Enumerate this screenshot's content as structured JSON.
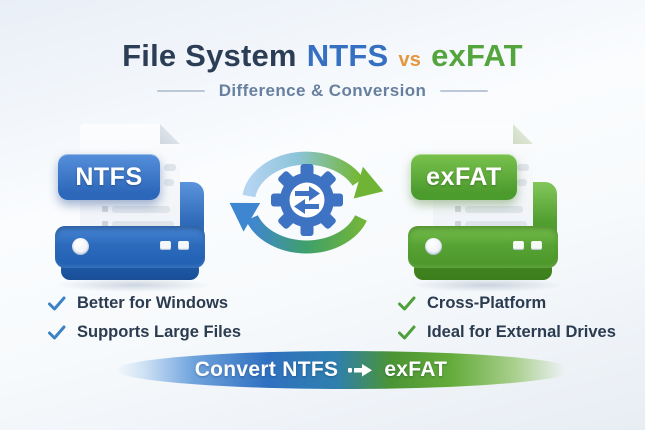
{
  "header": {
    "title_prefix": "File System",
    "title_left": "NTFS",
    "title_vs": "vs",
    "title_right": "exFAT",
    "subtitle": "Difference & Conversion"
  },
  "left": {
    "badge": "NTFS",
    "features": [
      "Better for Windows",
      "Supports Large Files"
    ]
  },
  "right": {
    "badge": "exFAT",
    "features": [
      "Cross-Platform",
      "Ideal for External Drives"
    ]
  },
  "banner": {
    "before": "Convert NTFS",
    "after": "exFAT"
  },
  "colors": {
    "navy": "#2c3e55",
    "ntfs_blue": "#3570c2",
    "exfat_green": "#55a53e",
    "vs_orange": "#e3973f",
    "subtitle_slate": "#68809f",
    "check_blue": "#3b82c6",
    "check_green": "#4da03a"
  }
}
